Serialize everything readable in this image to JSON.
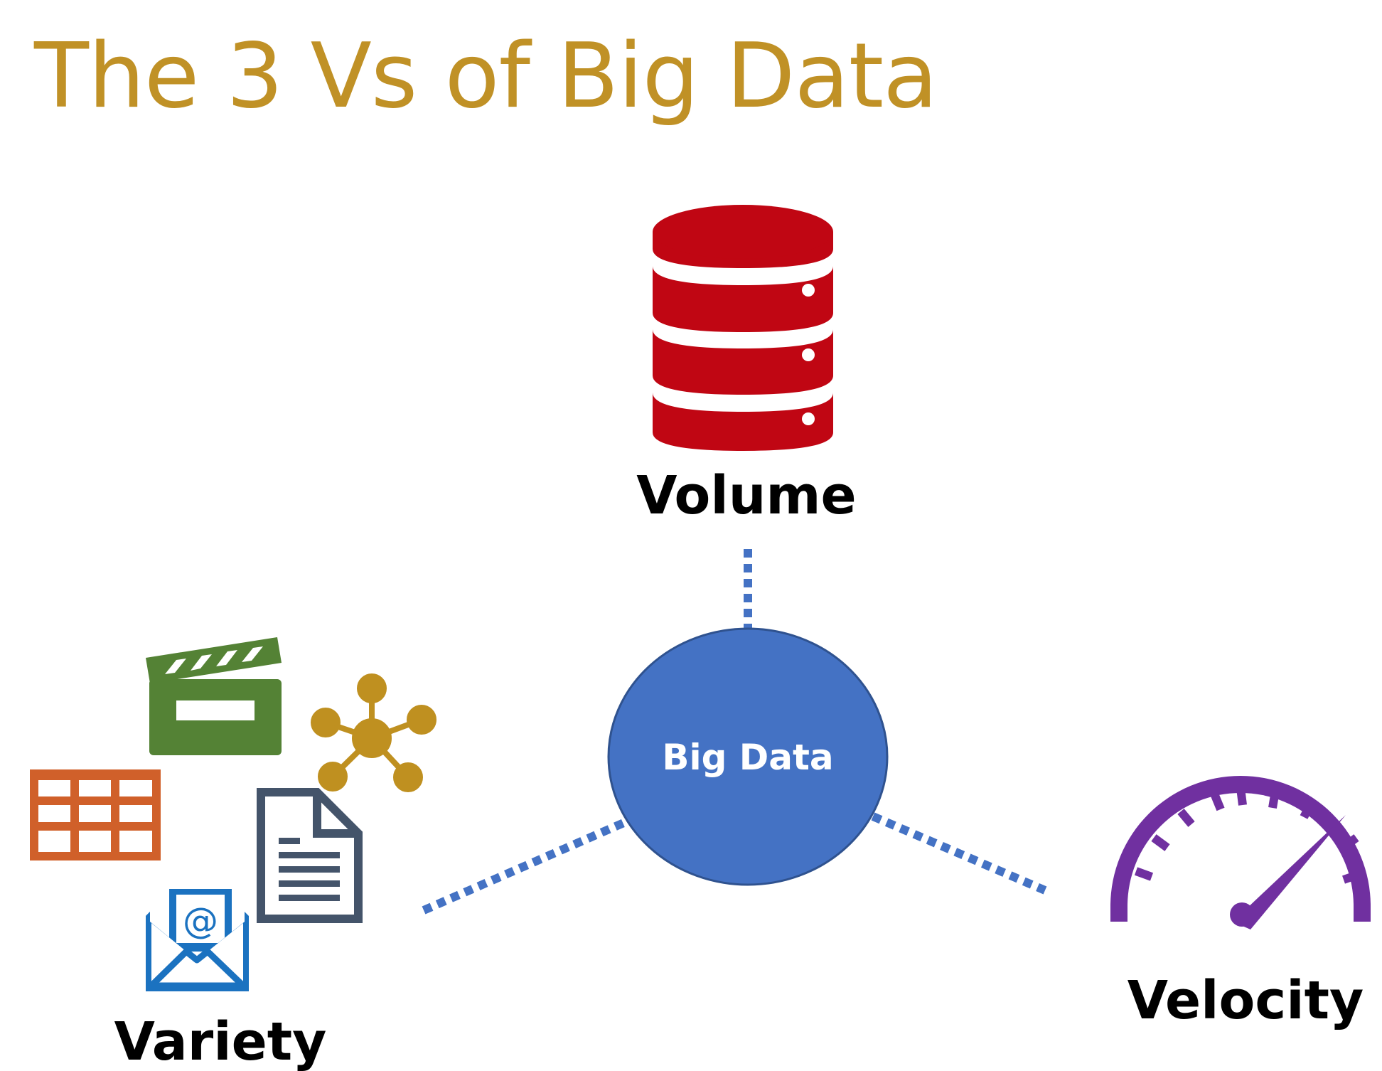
{
  "slide": {
    "title": "The 3 Vs of Big Data"
  },
  "center": {
    "label": "Big Data",
    "fill_color": "#4472C4"
  },
  "nodes": {
    "volume": {
      "label": "Volume",
      "icon": "database-icon",
      "color": "#C00613"
    },
    "variety": {
      "label": "Variety",
      "icons": [
        {
          "icon": "video-clapperboard-icon",
          "color": "#548235"
        },
        {
          "icon": "network-hub-icon",
          "color": "#BF9020"
        },
        {
          "icon": "table-grid-icon",
          "color": "#D0602A"
        },
        {
          "icon": "document-icon",
          "color": "#44546A"
        },
        {
          "icon": "email-envelope-icon",
          "color": "#1B72C0"
        }
      ]
    },
    "velocity": {
      "label": "Velocity",
      "icon": "speedometer-icon",
      "color": "#7030A0"
    }
  },
  "connectors": {
    "style": "dotted",
    "color": "#4472C4"
  }
}
